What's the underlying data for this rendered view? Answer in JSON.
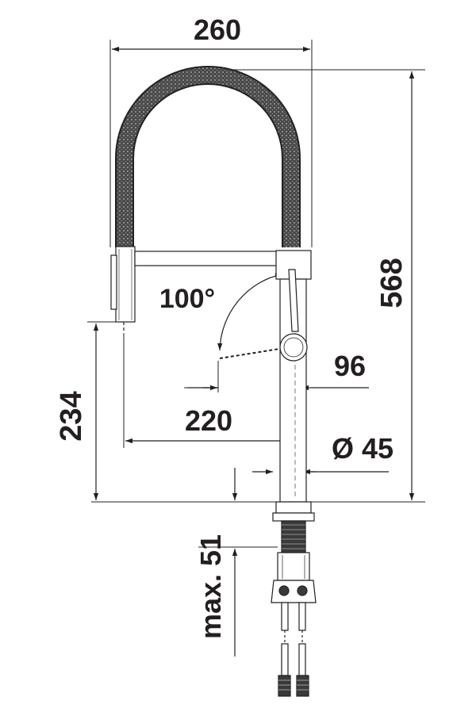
{
  "dimensions": {
    "width_label": "260",
    "height_label": "568",
    "swivel_angle_label": "100°",
    "handle_reach_label": "96",
    "spout_reach_label": "220",
    "spout_height_label": "234",
    "base_diameter_label": "Ø 45",
    "max_deck_thickness_label": "max. 51"
  }
}
